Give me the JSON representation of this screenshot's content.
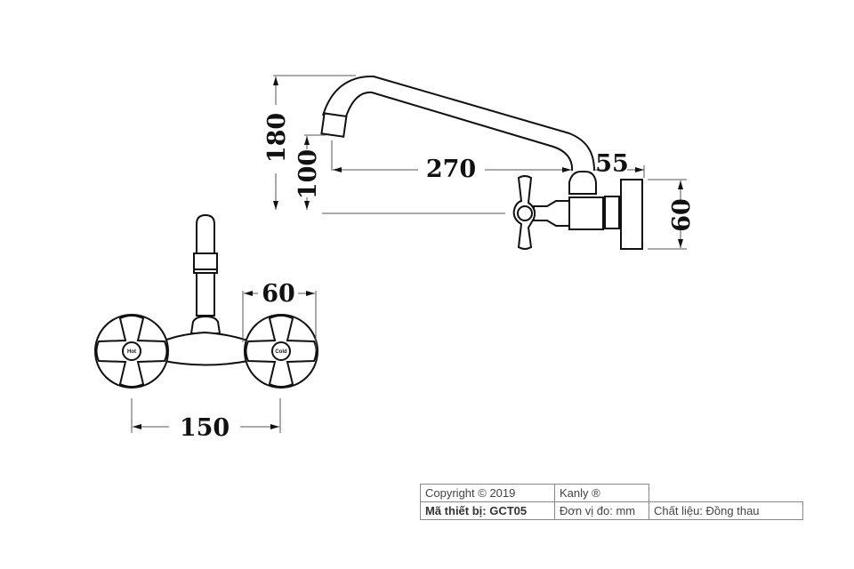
{
  "drawing": {
    "side_view": {
      "height_label": "180",
      "spout_height_label": "100",
      "reach_label": "270",
      "wall_offset_label": "55",
      "flange_label": "60"
    },
    "front_view": {
      "handle_width_label": "60",
      "center_distance_label": "150",
      "hot_label": "Hot",
      "cold_label": "Cold"
    }
  },
  "info_table": {
    "copyright": "Copyright © 2019",
    "brand": "Kanly ®",
    "model": "Mã thiết bị: GCT05",
    "unit": "Đơn vị đo: mm",
    "material": "Chất liệu: Đồng thau"
  }
}
